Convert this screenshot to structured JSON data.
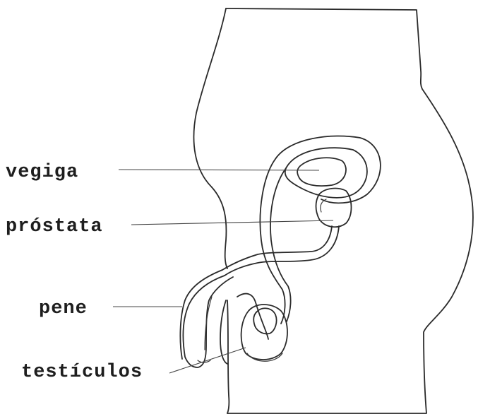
{
  "labels": {
    "bladder": "vegiga",
    "prostate": "próstata",
    "penis": "pene",
    "testicles": "testículos"
  }
}
